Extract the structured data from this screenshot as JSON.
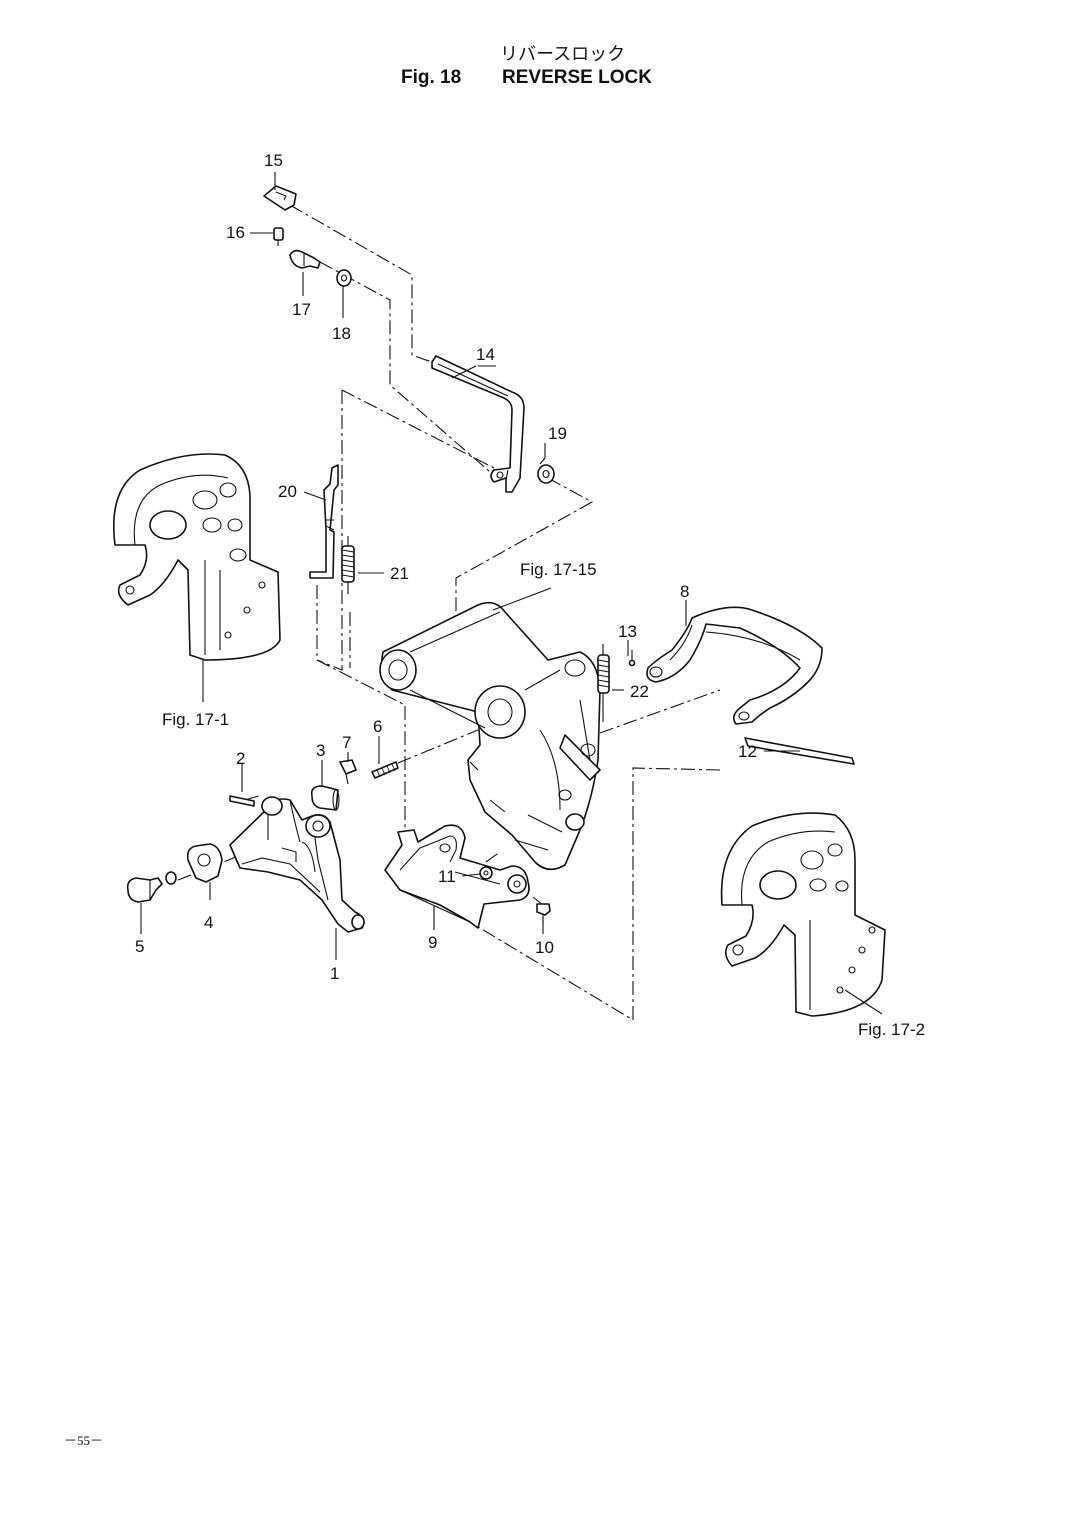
{
  "header": {
    "japanese_title": "リバースロック",
    "figure_number": "Fig. 18",
    "title": "REVERSE LOCK"
  },
  "part_numbers": [
    "1",
    "2",
    "3",
    "4",
    "5",
    "6",
    "7",
    "8",
    "9",
    "10",
    "11",
    "12",
    "13",
    "14",
    "15",
    "16",
    "17",
    "18",
    "19",
    "20",
    "21",
    "22"
  ],
  "figure_references": [
    "Fig. 17-15",
    "Fig. 17-1",
    "Fig. 17-2"
  ],
  "page_number": "－55－"
}
